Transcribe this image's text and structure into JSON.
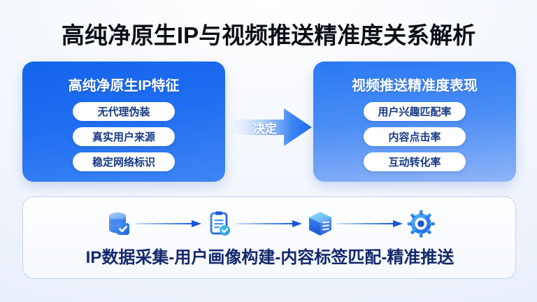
{
  "title": "高纯净原生IP与视频推送精准度关系解析",
  "left_panel": {
    "heading": "高纯净原生IP特征",
    "items": [
      {
        "label": "无代理伪装"
      },
      {
        "label": "真实用户来源"
      },
      {
        "label": "稳定网络标识"
      }
    ]
  },
  "connector": {
    "label": "决定",
    "icon": "right-arrow-icon"
  },
  "right_panel": {
    "heading": "视频推送精准度表现",
    "items": [
      {
        "label": "用户兴趣匹配率"
      },
      {
        "label": "内容点击率"
      },
      {
        "label": "互动转化率"
      }
    ]
  },
  "flow_panel": {
    "caption": "IP数据采集-用户画像构建-内容标签匹配-精准推送",
    "steps": [
      {
        "icon": "database-check-icon"
      },
      {
        "icon": "clipboard-check-icon"
      },
      {
        "icon": "layered-cube-icon"
      },
      {
        "icon": "gear-target-icon"
      }
    ]
  },
  "colors": {
    "page_background": "#eef3fb",
    "panel_blue_dark": "#1464ec",
    "panel_blue_light": "#8fb4f6",
    "pill_background": "#ffffff",
    "pill_text": "#163a86",
    "title_text": "#0b0f17",
    "caption_text": "#13286c",
    "flow_border": "#c3d4ef",
    "arrow_blue": "#1f6df0",
    "icon_cyan": "#2aa7e0"
  }
}
